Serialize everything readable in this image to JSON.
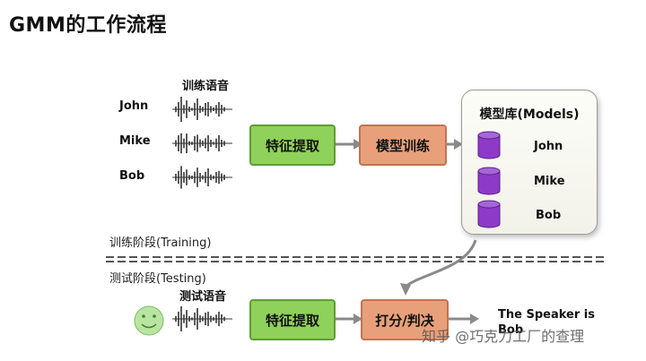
{
  "title": "GMM的工作流程",
  "training": {
    "speech_label": "训练语音",
    "speakers": [
      "John",
      "Mike",
      "Bob"
    ],
    "feature_box": "特征提取",
    "train_box": "模型训练",
    "stage_label": "训练阶段(Training)"
  },
  "model_db": {
    "title": "模型库(Models)",
    "models": [
      "John",
      "Mike",
      "Bob"
    ],
    "cylinder_color": "#8e3ac8"
  },
  "testing": {
    "stage_label": "测试阶段(Testing)",
    "speech_label": "测试语音",
    "feature_box": "特征提取",
    "score_box": "打分/判决",
    "result_line1": "The Speaker is",
    "result_line2": "Bob"
  },
  "watermark": "知乎 @巧克力工厂的查理",
  "colors": {
    "green_box": "#8fd15a",
    "orange_box": "#e8a07a",
    "arrow": "#8a8a8a",
    "divider": "#555555",
    "smiley": "#b8e6a0"
  }
}
